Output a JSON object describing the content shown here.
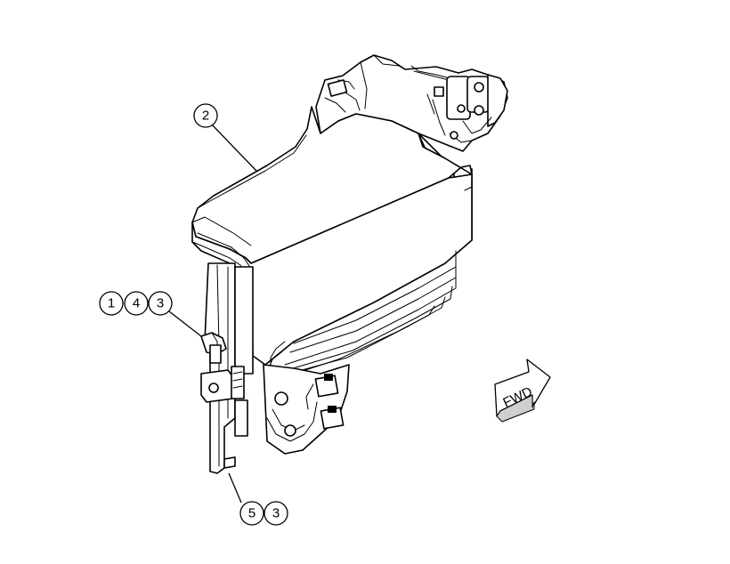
{
  "callouts": {
    "c2": "2",
    "c1": "1",
    "c4": "4",
    "c3a": "3",
    "c5": "5",
    "c3b": "3"
  },
  "direction_arrow": {
    "label": "FWD"
  }
}
